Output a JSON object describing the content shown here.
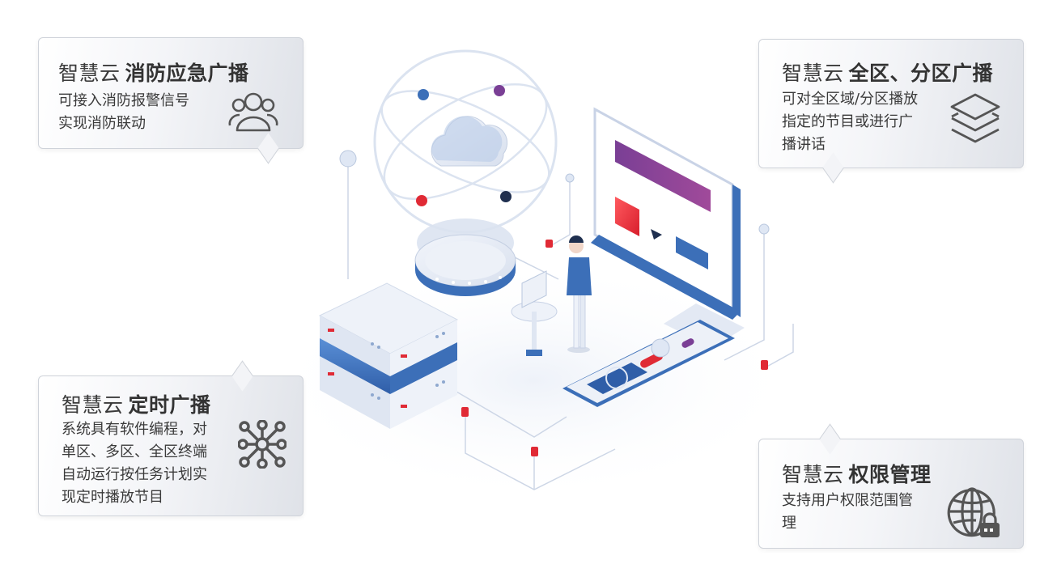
{
  "callouts": {
    "fire": {
      "brand": "智慧云",
      "feature": "消防应急广播",
      "lines": [
        "可接入消防报警信号",
        "实现消防联动"
      ]
    },
    "zone": {
      "brand": "智慧云",
      "feature": "全区、分区广播",
      "lines": [
        "可对全区域/分区播放",
        "指定的节目或进行广",
        "播讲话"
      ]
    },
    "timer": {
      "brand": "智慧云",
      "feature": "定时广播",
      "lines": [
        "系统具有软件编程，对",
        "单区、多区、全区终端",
        "自动运行按任务计划实",
        "现定时播放节目"
      ]
    },
    "permission": {
      "brand": "智慧云",
      "feature": "权限管理",
      "lines": [
        "支持用户权限范围管",
        "理"
      ]
    }
  },
  "icons": {
    "fire": "users-icon",
    "zone": "layers-icon",
    "timer": "network-icon",
    "permission": "globe-lock-icon"
  },
  "colors": {
    "accent_blue": "#3c6fb8",
    "accent_red": "#e02a35",
    "accent_purple": "#7a3f95",
    "icon_gray": "#555555"
  }
}
